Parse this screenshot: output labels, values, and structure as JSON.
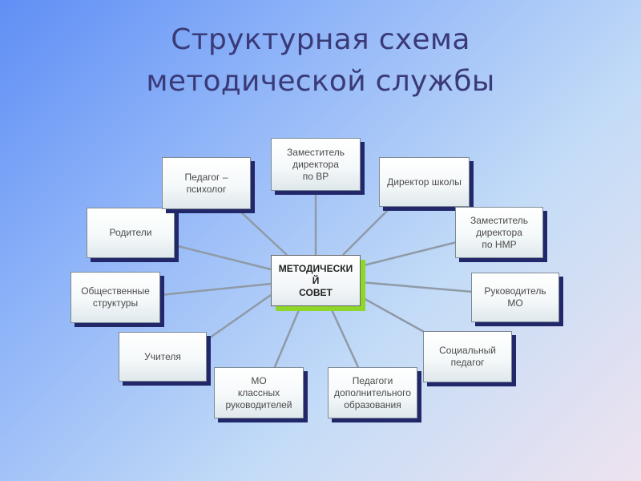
{
  "title": {
    "line1": "Структурная схема",
    "line2": "методической службы"
  },
  "center": {
    "label": "МЕТОДИЧЕСКИ\nЙ\nСОВЕТ"
  },
  "nodes": [
    {
      "label": "Заместитель\nдиректора\nпо ВР"
    },
    {
      "label": "Директор школы"
    },
    {
      "label": "Заместитель\nдиректора\nпо НМР"
    },
    {
      "label": "Руководитель\nМО"
    },
    {
      "label": "Социальный\nпедагог"
    },
    {
      "label": "Педагоги\nдополнительного\nобразования"
    },
    {
      "label": "МО\nклассных\nруководителей"
    },
    {
      "label": "Учителя"
    },
    {
      "label": "Общественные\nструктуры"
    },
    {
      "label": "Родители"
    },
    {
      "label": "Педагог –\nпсихолог"
    }
  ],
  "colors": {
    "connector": "#8f9aa6",
    "node_shadow": "#22276a",
    "center_shadow": "#8fd62a",
    "title": "#3a3a78"
  }
}
